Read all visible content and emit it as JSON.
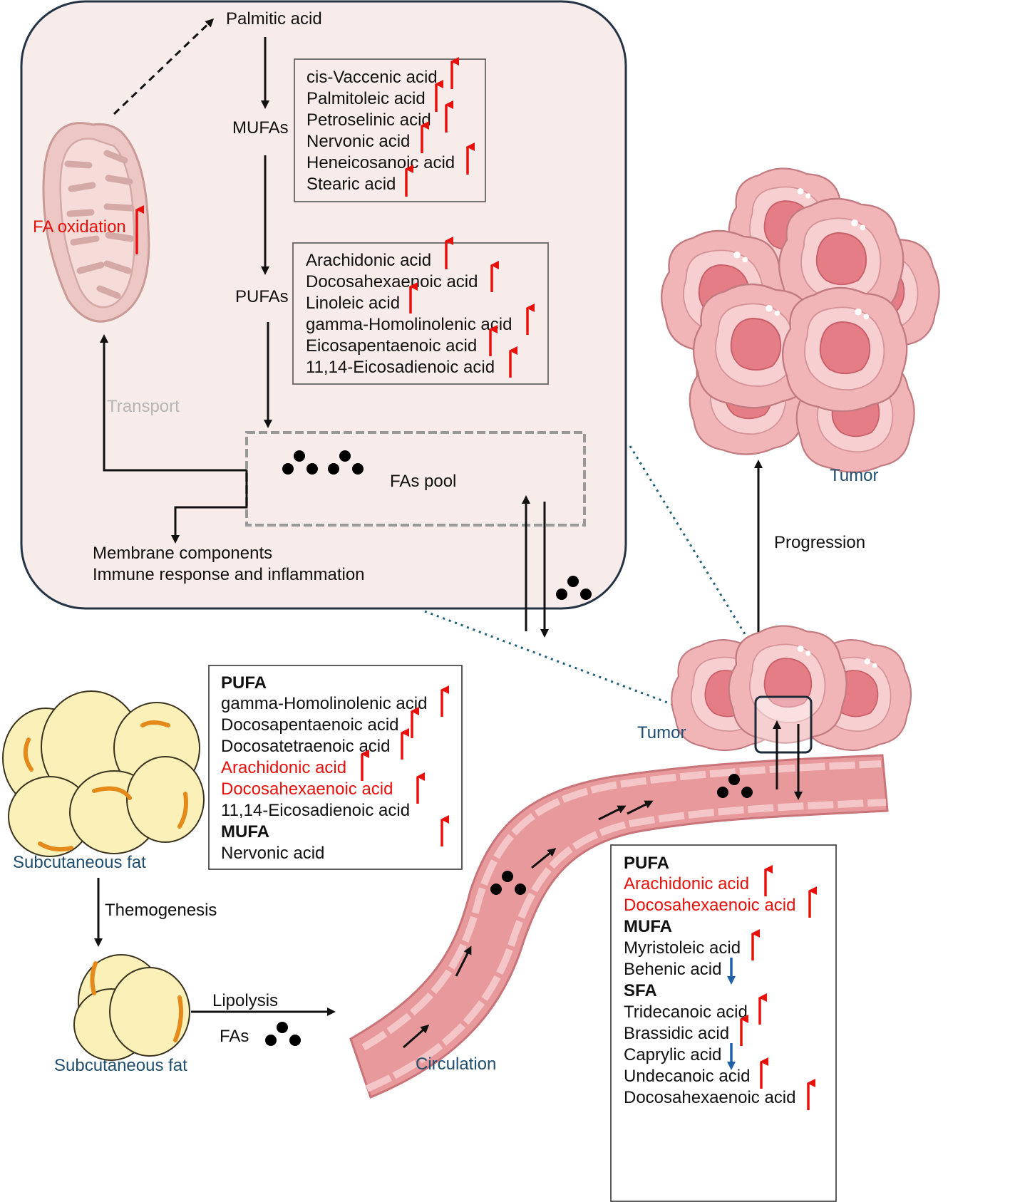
{
  "cell": {
    "palmitic": "Palmitic acid",
    "mufas_label": "MUFAs",
    "pufas_label": "PUFAs",
    "fa_oxidation": "FA oxidation",
    "transport": "Transport",
    "fas_pool": "FAs pool",
    "outputs": [
      "Membrane components",
      "Immune response and inflammation"
    ],
    "mufa_list": [
      "cis-Vaccenic acid",
      "Palmitoleic acid",
      "Petroselinic acid",
      "Nervonic acid",
      "Heneicosanoic acid",
      "Stearic acid"
    ],
    "pufa_list": [
      "Arachidonic acid",
      "Docosahexaenoic acid",
      "Linoleic acid",
      "gamma-Homolinolenic acid",
      "Eicosapentaenoic acid",
      "11,14-Eicosadienoic acid"
    ]
  },
  "fat_box": {
    "pufa_header": "PUFA",
    "pufa_items": [
      "gamma-Homolinolenic acid",
      "Docosapentaenoic acid",
      "Docosatetraenoic acid",
      "Arachidonic acid",
      "Docosahexaenoic acid",
      "11,14-Eicosadienoic acid"
    ],
    "mufa_header": "MUFA",
    "mufa_items": [
      "Nervonic acid"
    ]
  },
  "circ_box": {
    "pufa_header": "PUFA",
    "pufa_items": [
      "Arachidonic acid",
      "Docosahexaenoic acid"
    ],
    "mufa_header": "MUFA",
    "mufa_items": [
      "Myristoleic acid",
      "Behenic acid"
    ],
    "sfa_header": "SFA",
    "sfa_items": [
      "Tridecanoic acid",
      "Brassidic acid",
      "Caprylic acid",
      "Undecanoic acid",
      "Docosahexaenoic acid"
    ]
  },
  "labels": {
    "subcutaneous_fat_top": "Subcutaneous fat",
    "subcutaneous_fat_bottom": "Subcutaneous fat",
    "thermogenesis": "Themogenesis",
    "lipolysis": "Lipolysis",
    "fas": "FAs",
    "circulation": "Circulation",
    "tumor_top": "Tumor",
    "tumor_bottom": "Tumor",
    "progression": "Progression"
  },
  "colors": {
    "up_arrow": "#e8100b",
    "down_arrow": "#1d5fa8",
    "highlight_text": "#e8100b",
    "label_navy": "#1f4e6e",
    "cell_fill": "#f8ecea",
    "fatty_acid": "#f5b800",
    "adipocyte": "#faf0b8",
    "vessel": "#e8999b",
    "tumor": "#f1b5b8"
  }
}
